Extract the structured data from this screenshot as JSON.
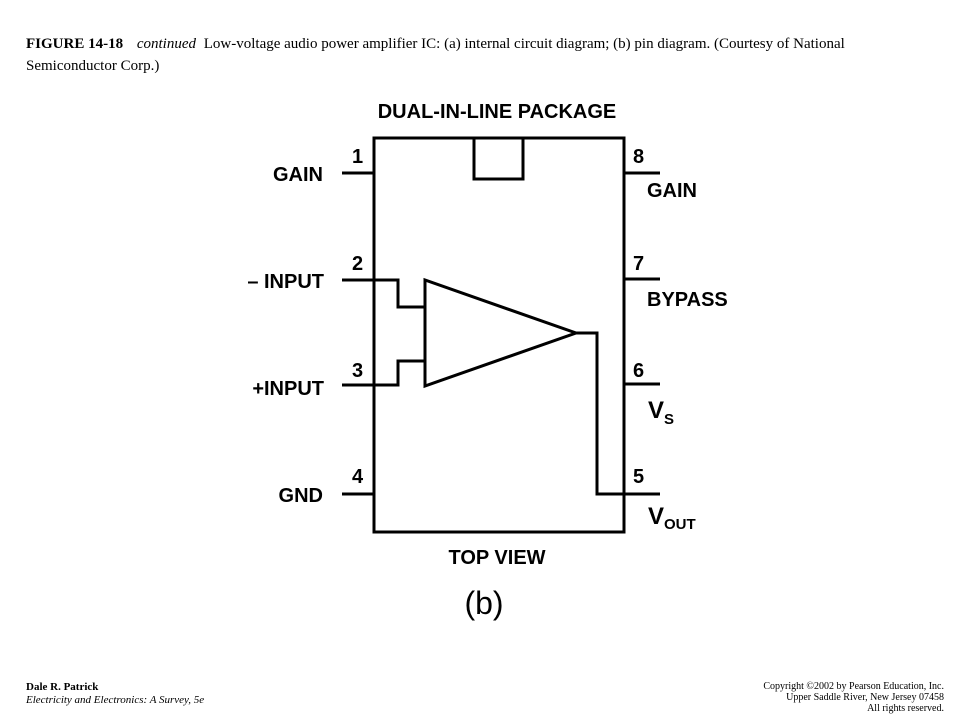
{
  "caption": {
    "figure_label": "FIGURE 14-18",
    "continued": "continued",
    "text": "Low-voltage audio power amplifier IC: (a) internal circuit diagram; (b) pin diagram. (Courtesy of National Semiconductor Corp.)"
  },
  "diagram": {
    "package_title": "DUAL-IN-LINE PACKAGE",
    "view_label": "TOP VIEW",
    "part_label": "(b)",
    "pins": [
      {
        "number": "1",
        "label": "GAIN"
      },
      {
        "number": "2",
        "label": "– INPUT"
      },
      {
        "number": "3",
        "label": "+INPUT"
      },
      {
        "number": "4",
        "label": "GND"
      },
      {
        "number": "5",
        "label": "V",
        "subscript": "OUT"
      },
      {
        "number": "6",
        "label": "V",
        "subscript": "S"
      },
      {
        "number": "7",
        "label": "BYPASS"
      },
      {
        "number": "8",
        "label": "GAIN"
      }
    ]
  },
  "footer": {
    "author": "Dale R. Patrick",
    "book": "Electricity and Electronics:  A Survey, 5e",
    "copyright": "Copyright ©2002 by Pearson Education, Inc.",
    "address": "Upper Saddle River, New Jersey 07458",
    "rights": "All rights reserved."
  }
}
